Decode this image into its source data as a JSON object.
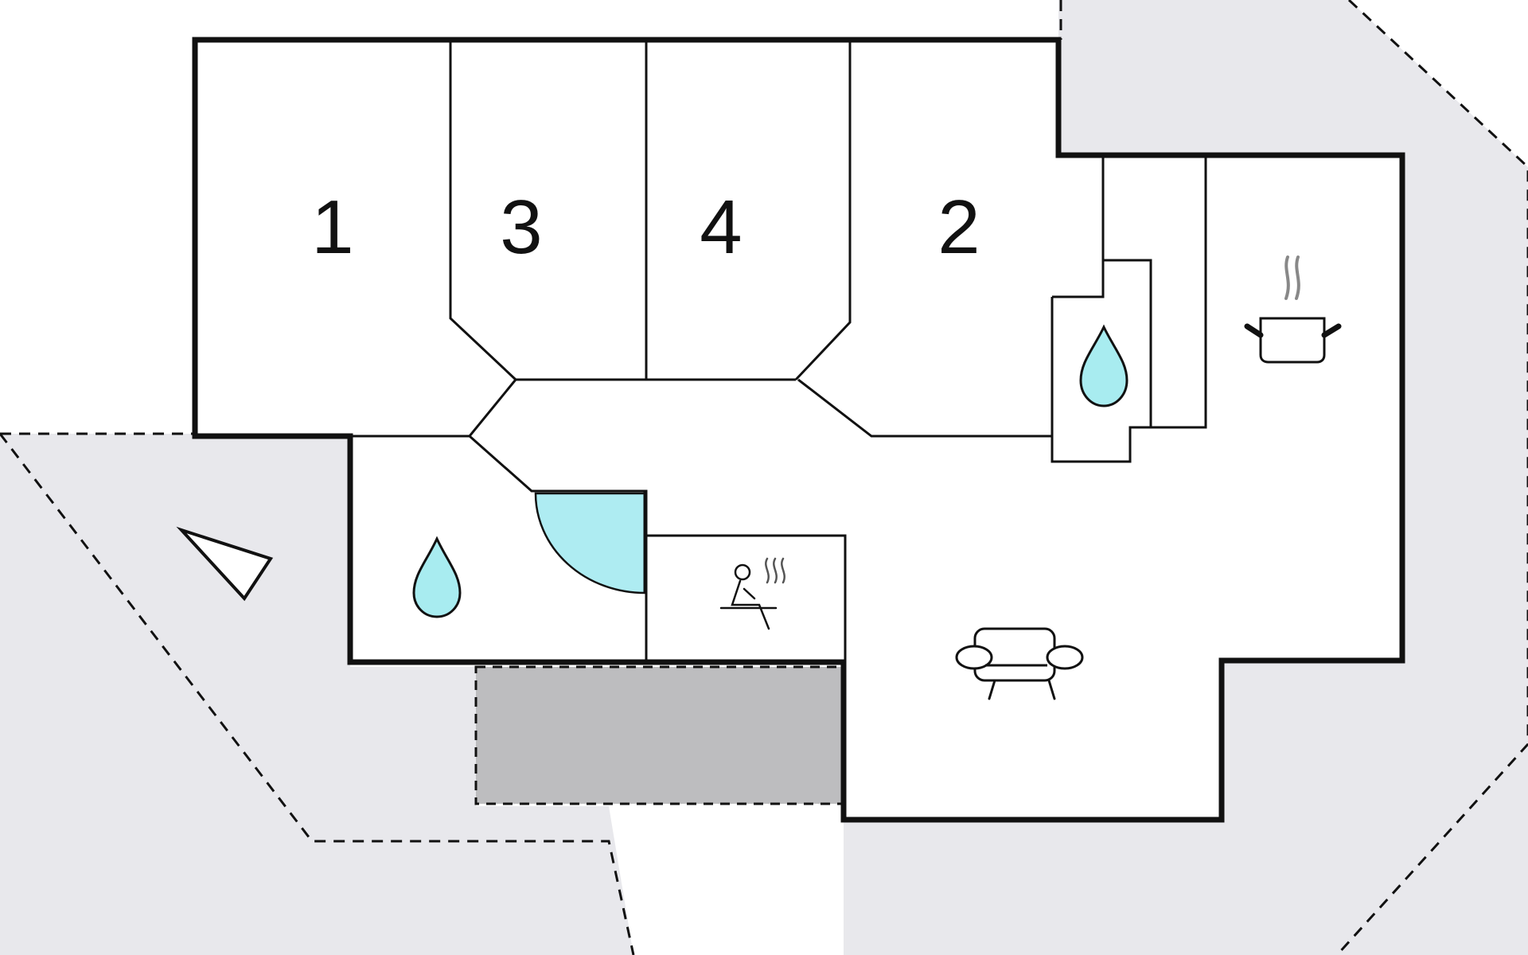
{
  "rooms": [
    {
      "id": "bedroom-1",
      "label": "1"
    },
    {
      "id": "bedroom-3",
      "label": "3"
    },
    {
      "id": "bedroom-4",
      "label": "4"
    },
    {
      "id": "bedroom-2",
      "label": "2"
    }
  ],
  "icons": [
    {
      "id": "bathroom-1",
      "icon": "water-drop-icon"
    },
    {
      "id": "bathroom-2",
      "icon": "water-drop-icon"
    },
    {
      "id": "sauna",
      "icon": "sauna-icon"
    },
    {
      "id": "kitchen",
      "icon": "cooking-pot-icon"
    },
    {
      "id": "living-room",
      "icon": "sofa-icon"
    },
    {
      "id": "entrance",
      "icon": "triangle-marker-icon"
    }
  ],
  "colors": {
    "wall": "#111111",
    "outdoor_area": "#e8e8ec",
    "covered_area": "#bdbdbf",
    "water": "#a8ecf0",
    "shower": "#aeecf2"
  }
}
